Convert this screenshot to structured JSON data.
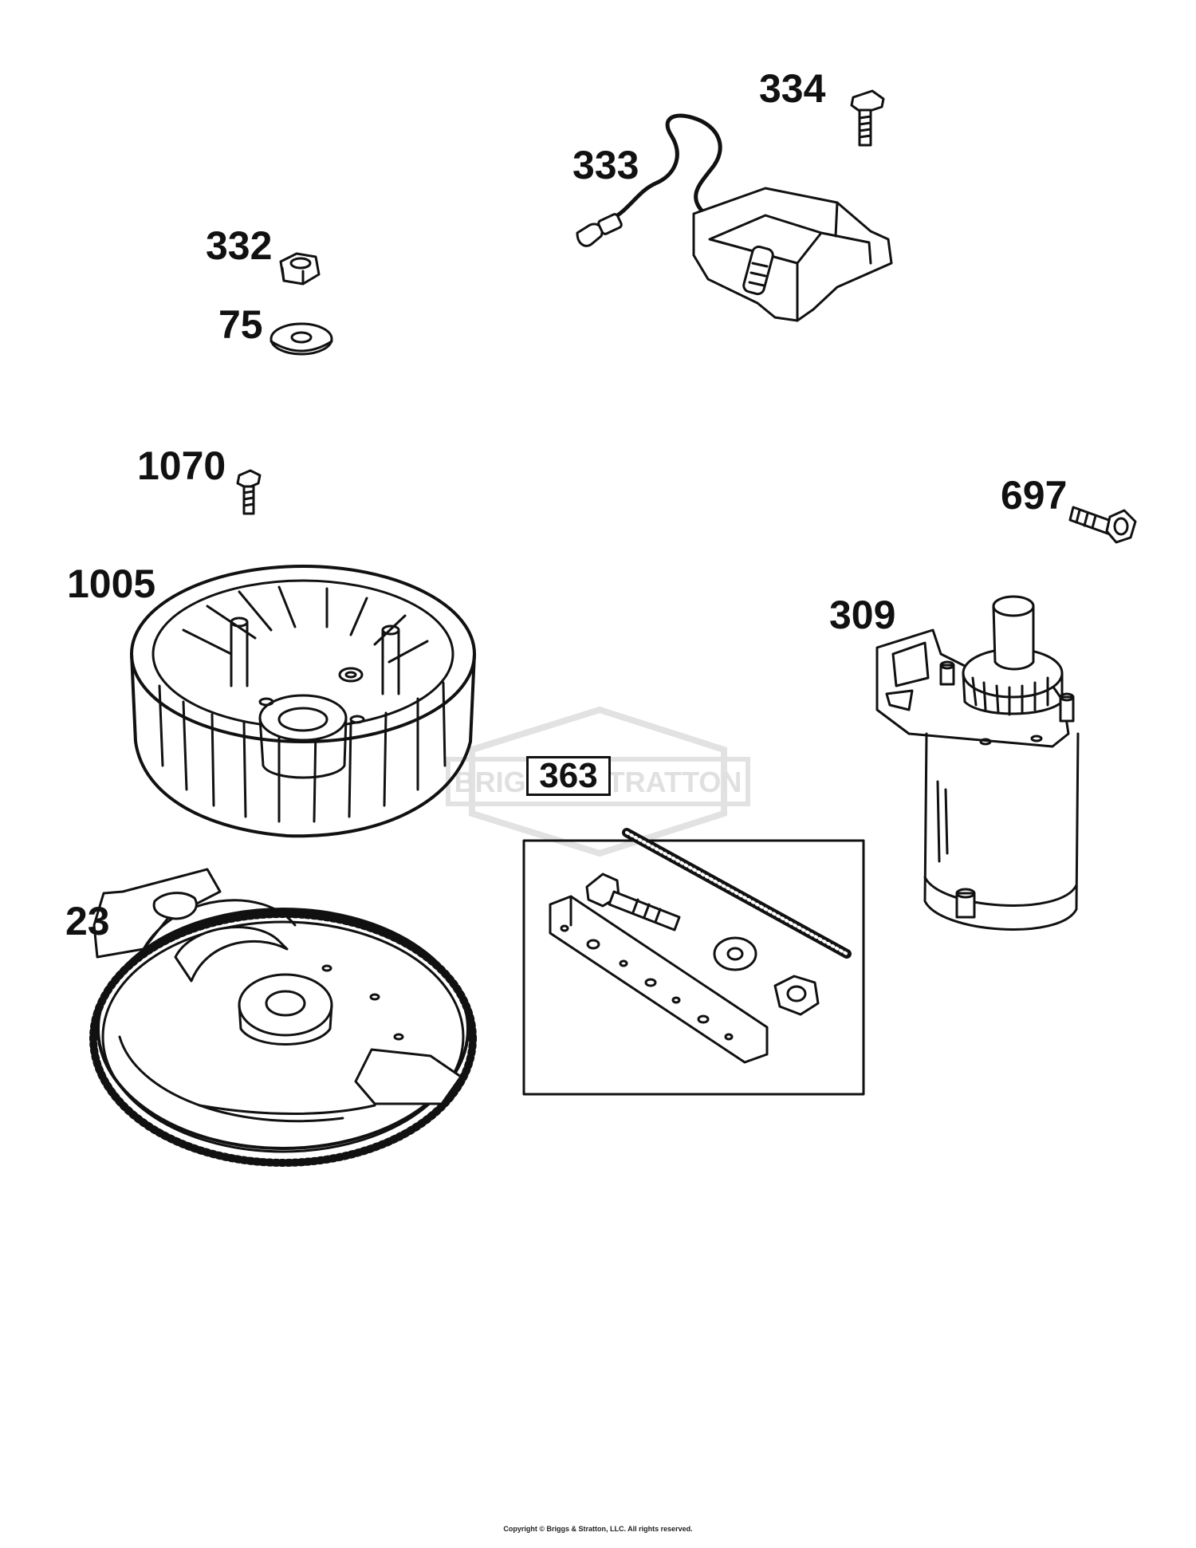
{
  "callouts": {
    "c334": "334",
    "c333": "333",
    "c332": "332",
    "c75": "75",
    "c1070": "1070",
    "c697": "697",
    "c1005": "1005",
    "c309": "309",
    "c363": "363",
    "c23": "23"
  },
  "watermark_text": "BRIGGS&STRATTON",
  "copyright": "Copyright © Briggs & Stratton, LLC. All rights reserved.",
  "colors": {
    "line": "#111111",
    "fill": "#ffffff",
    "watermark": "#dcdcdc"
  }
}
